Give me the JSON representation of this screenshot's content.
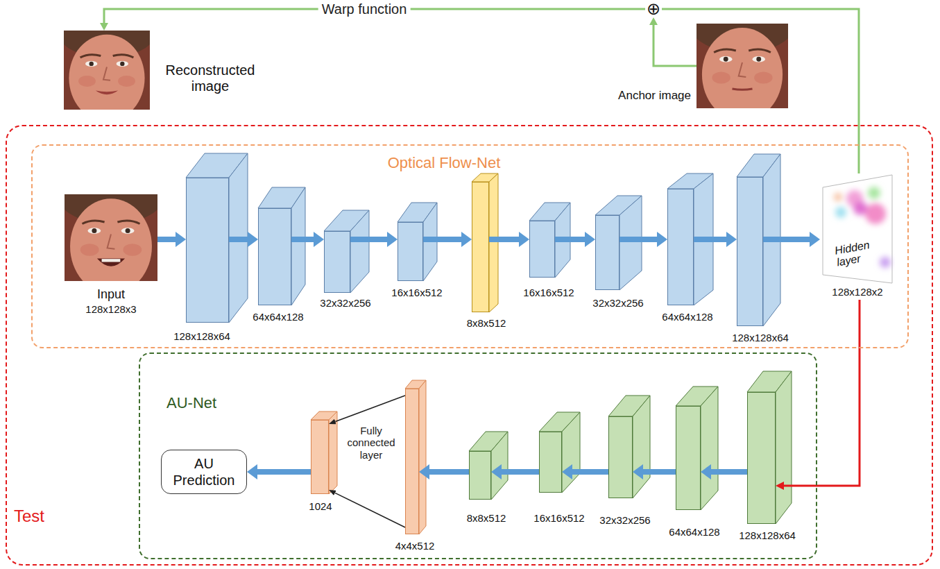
{
  "diagram": {
    "nodes": [
      {
        "text": [
          "Reconstructed image"
        ]
      },
      {
        "text": [
          "⊕"
        ]
      },
      {
        "text": [
          "Anchor image"
        ]
      },
      {
        "text": [
          "Test"
        ]
      },
      {
        "text": [
          "Optical Flow-Net"
        ],
        "in": 3
      },
      {
        "text": [
          "Input",
          "128x128x3"
        ],
        "in": 4
      },
      {
        "text": [
          "128x128x64"
        ],
        "in": 4
      },
      {
        "text": [
          "64x64x128"
        ],
        "in": 4
      },
      {
        "text": [
          "32x32x256"
        ],
        "in": 4
      },
      {
        "text": [
          "16x16x512"
        ],
        "in": 4
      },
      {
        "text": [
          "8x8x512"
        ],
        "in": 4
      },
      {
        "text": [
          "16x16x512"
        ],
        "in": 4
      },
      {
        "text": [
          "32x32x256"
        ],
        "in": 4
      },
      {
        "text": [
          "64x64x128"
        ],
        "in": 4
      },
      {
        "text": [
          "128x128x64"
        ],
        "in": 4
      },
      {
        "text": [
          "Hidden layer",
          "128x128x2"
        ],
        "in": 4
      },
      {
        "text": [
          "AU-Net"
        ],
        "in": 3
      },
      {
        "text": [
          "AU Prediction"
        ],
        "in": 16
      },
      {
        "text": [
          "1024"
        ],
        "in": 16
      },
      {
        "text": [
          "4x4x512"
        ],
        "in": 16
      },
      {
        "text": [
          "8x8x512"
        ],
        "in": 16
      },
      {
        "text": [
          "16x16x512"
        ],
        "in": 16
      },
      {
        "text": [
          "32x32x256"
        ],
        "in": 16
      },
      {
        "text": [
          "64x64x128"
        ],
        "in": 16
      },
      {
        "text": [
          "128x128x64"
        ],
        "in": 16
      }
    ],
    "edges": [
      {
        "from": 5,
        "to": 6,
        "arrow": "to"
      },
      {
        "from": 6,
        "to": 7,
        "arrow": "to"
      },
      {
        "from": 7,
        "to": 8,
        "arrow": "to"
      },
      {
        "from": 8,
        "to": 9,
        "arrow": "to"
      },
      {
        "from": 9,
        "to": 10,
        "arrow": "to"
      },
      {
        "from": 10,
        "to": 11,
        "arrow": "to"
      },
      {
        "from": 11,
        "to": 12,
        "arrow": "to"
      },
      {
        "from": 12,
        "to": 13,
        "arrow": "to"
      },
      {
        "from": 13,
        "to": 14,
        "arrow": "to"
      },
      {
        "from": 14,
        "to": 15,
        "arrow": "to"
      },
      {
        "from": 15,
        "to": 24,
        "arrow": "to"
      },
      {
        "from": 24,
        "to": 23,
        "arrow": "to"
      },
      {
        "from": 23,
        "to": 22,
        "arrow": "to"
      },
      {
        "from": 22,
        "to": 21,
        "arrow": "to"
      },
      {
        "from": 21,
        "to": 20,
        "arrow": "to"
      },
      {
        "from": 20,
        "to": 19,
        "arrow": "to"
      },
      {
        "from": 19,
        "to": 18,
        "arrow": "to"
      },
      {
        "from": 19,
        "to": 18,
        "arrow": "to"
      },
      {
        "from": 18,
        "to": 17,
        "arrow": "to"
      },
      {
        "from": 15,
        "to": 1,
        "arrow": "none"
      },
      {
        "from": 2,
        "to": 1,
        "arrow": "to"
      },
      {
        "from": 1,
        "to": 0,
        "label": "Warp function",
        "arrow": "to"
      }
    ],
    "labels": [
      "Fully connected layer"
    ]
  }
}
